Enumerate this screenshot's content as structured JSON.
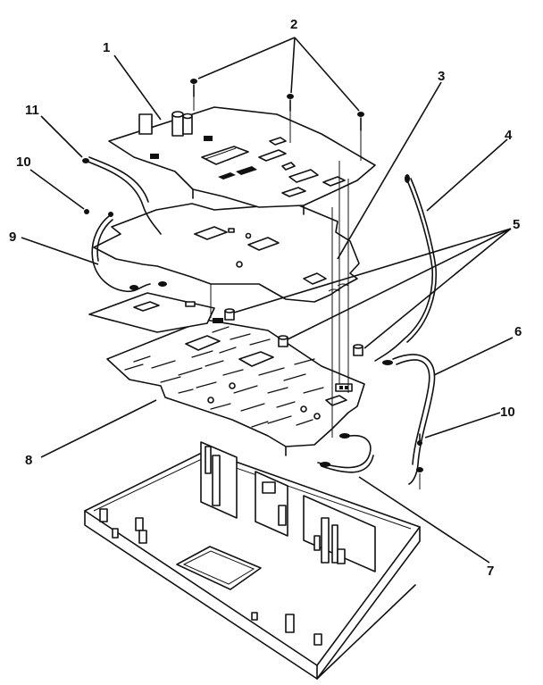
{
  "callouts": {
    "c1": "1",
    "c2": "2",
    "c3": "3",
    "c4": "4",
    "c5": "5",
    "c6": "6",
    "c7": "7",
    "c8": "8",
    "c9": "9",
    "c10a": "10",
    "c10b": "10",
    "c11": "11"
  }
}
